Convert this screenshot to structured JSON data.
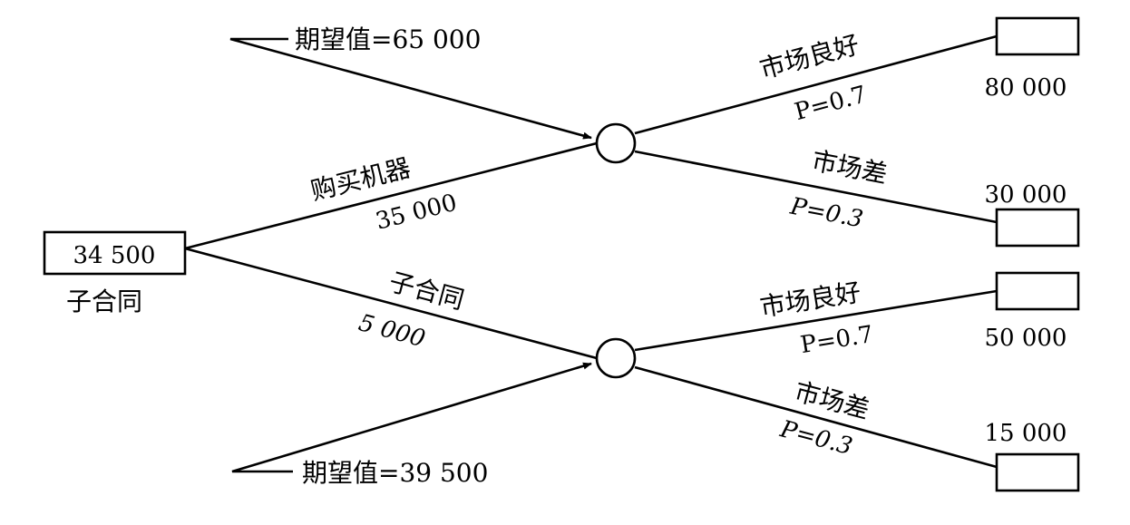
{
  "root": {
    "value": "34 500",
    "caption": "子合同"
  },
  "branches": {
    "buy": {
      "label": "购买机器",
      "cost": "35 000"
    },
    "sub": {
      "label": "子合同",
      "cost": "5 000"
    }
  },
  "expectations": {
    "top": "期望值=65 000",
    "bottom": "期望值=39 500"
  },
  "outcomes": {
    "top_good": {
      "label": "市场良好",
      "prob": "P=0.7",
      "payoff": "80 000"
    },
    "top_bad": {
      "label": "市场差",
      "prob": "P=0.3",
      "payoff": "30 000"
    },
    "bot_good": {
      "label": "市场良好",
      "prob": "P=0.7",
      "payoff": "50 000"
    },
    "bot_bad": {
      "label": "市场差",
      "prob": "P=0.3",
      "payoff": "15 000"
    }
  }
}
